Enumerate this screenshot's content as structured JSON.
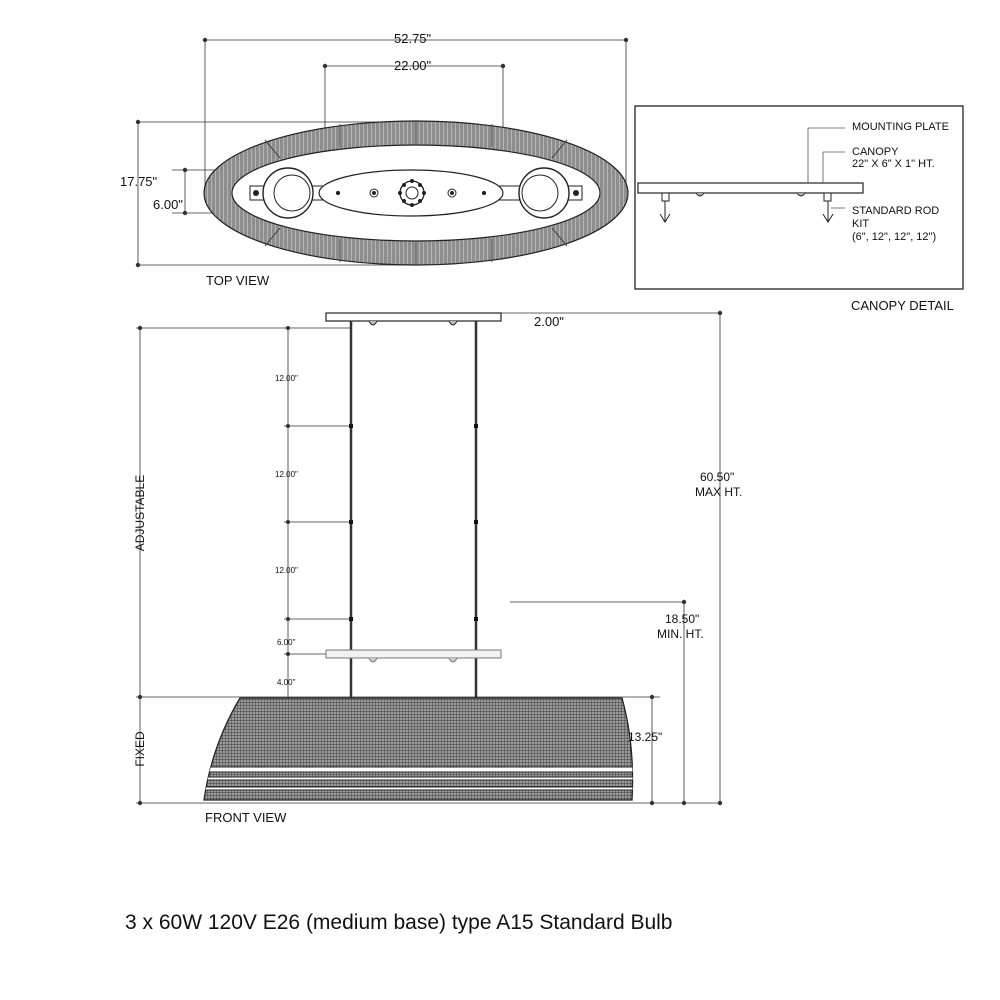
{
  "dimensions": {
    "overall_width": "52.75\"",
    "canopy_length": "22.00\"",
    "overall_depth": "17.75\"",
    "canopy_depth": "6.00\"",
    "canopy_height_top": "2.00\"",
    "max_height": "60.50\"",
    "max_height_label": "MAX HT.",
    "min_height": "18.50\"",
    "min_height_label": "MIN. HT.",
    "shade_height": "13.25\""
  },
  "rods": [
    "12.00\"",
    "12.00\"",
    "12.00\"",
    "6.00\"",
    "4.00\""
  ],
  "views": {
    "top": "TOP VIEW",
    "front": "FRONT VIEW",
    "canopy": "CANOPY DETAIL"
  },
  "side_labels": {
    "adjustable": "ADJUSTABLE",
    "fixed": "FIXED"
  },
  "canopy_detail": {
    "mounting_plate": "MOUNTING PLATE",
    "canopy_line1": "CANOPY",
    "canopy_line2": "22\" X 6\" X 1\" HT.",
    "rod_line1": "STANDARD ROD",
    "rod_line2": "KIT",
    "rod_line3": "(6\", 12\", 12\", 12\")"
  },
  "bulb_spec": "3 x 60W 120V E26 (medium base) type A15 Standard Bulb"
}
